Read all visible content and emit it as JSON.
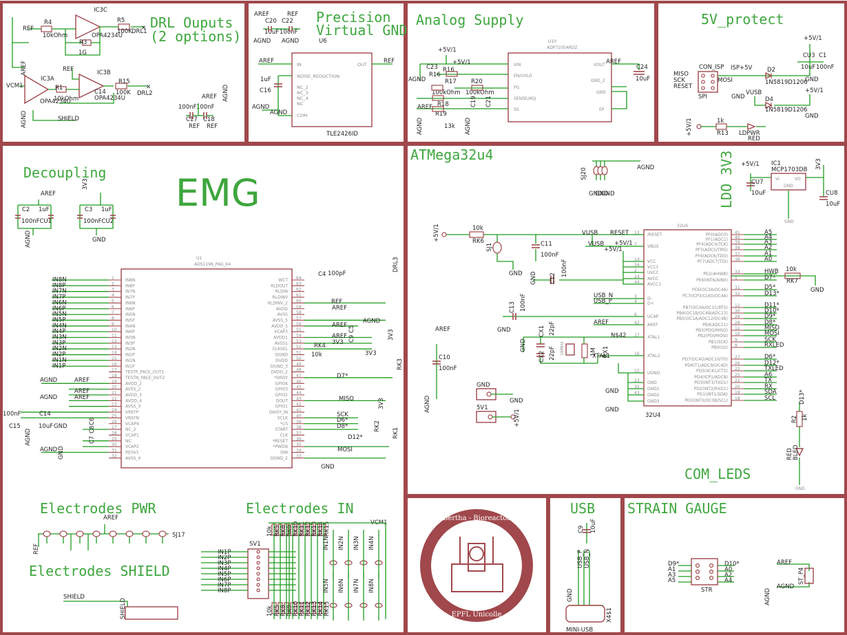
{
  "sheet": {
    "sections": {
      "drl": "DRL Ouputs",
      "drl_sub": "(2 options)",
      "vgnd": "Precision",
      "vgnd2": "Virtual GND",
      "analog": "Analog Supply",
      "protect": "5V_protect",
      "decoupling": "Decoupling",
      "emg": "EMG",
      "atmega": "ATMega32u4",
      "ldo": "LDO 3V3",
      "com_leds": "COM_LEDS",
      "elec_pwr": "Electrodes PWR",
      "elec_in": "Electrodes IN",
      "elec_shield": "Electrodes SHIELD",
      "usb": "USB",
      "strain": "STRAIN GAUGE"
    },
    "drl": {
      "ic3c": "IC3C",
      "ic3a": "IC3A",
      "ic3b": "IC3B",
      "opa": "OPA4234U",
      "r4": "R4",
      "r4v": "10kOhm",
      "r3": "R3",
      "r3v": "1G",
      "r5": "R5",
      "r5v": "100K",
      "drl1": "DRL1",
      "r15": "R15",
      "r15v": "100K",
      "drl2": "DRL2",
      "r1": "R1",
      "r1v": "10kOhm",
      "c14": "C14",
      "ref": "REF",
      "aref": "AREF",
      "vcm1": "VCM1",
      "shield": "SHIELD",
      "agnd": "AGND",
      "c17": "C17",
      "c18": "C18",
      "c17v": "100nF",
      "c18v": "100nF"
    },
    "vgnd": {
      "u6": "U6",
      "chip": "TLE2426ID",
      "in": "IN",
      "out": "OUT",
      "nr": "NOISE_REDUCTION",
      "nc2": "NC_2",
      "nc3": "NC_3",
      "nc4": "NC_4",
      "nc": "NC",
      "com": "COM",
      "c16": "C16",
      "c16v": "1uF",
      "c20": "C20",
      "c22": "C22",
      "c20v": "10uF",
      "c22v": "100nF",
      "aref": "AREF",
      "ref": "REF",
      "agnd": "AGND"
    },
    "analog": {
      "u10": "U10",
      "chip": "ADP7105ARDZ",
      "vin": "VIN",
      "en": "EN/UVLO",
      "pg": "PG",
      "sense": "SENSE/ADJ",
      "ss": "SS",
      "vout": "VOUT",
      "gnd2": "GND_2",
      "gnd": "GND",
      "ep": "EP",
      "v5": "+5V/1",
      "c23": "C23",
      "c24": "C24",
      "c24v": "10uF",
      "r16": "R16",
      "r17": "R17",
      "r18": "R18",
      "r19": "R19",
      "r20": "R20",
      "r16v": "100kOhm",
      "r20v": "100kOhm",
      "r19v": "13k",
      "c19": "C19",
      "c21": "C21",
      "agnd": "AGND",
      "aref": "AREF"
    },
    "protect": {
      "con_isp": "CON_ISP",
      "spi": "SPI",
      "miso": "MISO",
      "sck": "SCK",
      "reset": "RESET",
      "mosi": "MOSI",
      "isp5v": "ISP+5V",
      "vusb": "VUSB",
      "gnd": "GND",
      "d2": "D2",
      "d4": "D4",
      "diode": "1N5819D1206",
      "c1": "C1",
      "cu3": "CU3",
      "c1v": "100nF",
      "cu3v": "10uF",
      "v5": "+5V/1",
      "r13": "R13",
      "r13v": "1k",
      "ldpw": "LDPWR",
      "red": "RED"
    },
    "decoupling": {
      "aref": "AREF",
      "v3": "3V3",
      "c2": "C2",
      "c3": "C3",
      "cv": "1uF",
      "cu1": "100nFCU1",
      "cu2": "100nFCU2",
      "agnd": "AGND",
      "gnd": "GND"
    },
    "ads": {
      "u1": "U1",
      "chip": "ADS1198_PAG_64",
      "left_nets": [
        "IN8N",
        "IN8P",
        "IN7N",
        "IN7P",
        "IN6N",
        "IN6P",
        "IN5N",
        "IN5P",
        "IN4N",
        "IN4P",
        "IN3N",
        "IN3P",
        "IN2N",
        "IN2P",
        "IN1N",
        "IN1P"
      ],
      "left_pins": [
        "IN8N",
        "IN8P",
        "IN7N",
        "IN7P",
        "IN6N",
        "IN6P",
        "IN5N",
        "IN5P",
        "IN4N",
        "IN4P",
        "IN3N",
        "IN3P",
        "IN2N",
        "IN2P",
        "IN1N",
        "IN1P",
        "TESTP_PACE_OUT1",
        "TESTN_PACE_OUT2",
        "AVDD_2",
        "AVSS_2",
        "AVDD_3",
        "AVDD_4",
        "AVSS_3",
        "VREFP",
        "VREFN",
        "VCAP4",
        "NC_2",
        "VCAP1",
        "NC",
        "VCAP2",
        "RESV1",
        "AVSS_4"
      ],
      "right_pins": [
        "WCT",
        "RLDOUT",
        "RLDIN",
        "RLDINV",
        "RLDINV_2",
        "AVDD",
        "AVSS",
        "AVSS_5",
        "AVDD_5",
        "VCAP3",
        "AVDD1",
        "AVSS1",
        "CLKSEL",
        "DGND",
        "DVDD",
        "DGND_3",
        "DVDD_2",
        "*DRDY",
        "GPIO4",
        "GPIO3",
        "GPIO2",
        "DOUT",
        "GPIO1",
        "DAISY_IN",
        "SCLK",
        "*CS",
        "START",
        "CLK",
        "*RESET",
        "*PWDN",
        "DIN",
        "DGND_2"
      ],
      "agnd": "AGND",
      "aref": "AREF",
      "ref": "REF",
      "gnd": "GND",
      "c4": "C4",
      "c4v": "100pF",
      "c5": "C5",
      "c9": "C9",
      "c15": "C15",
      "c15v": "100nF",
      "c14": "C14",
      "c14v": "10uF",
      "c6": "C6",
      "c7": "C7",
      "c8": "C8",
      "rk4": "RK4",
      "rk4v": "10k",
      "rk3": "RK3",
      "rk1": "RK1",
      "rk2": "RK2",
      "drl3": "DRL3",
      "v3": "3V3",
      "d7": "D7*",
      "miso": "MISO",
      "sck": "SCK",
      "d6": "D6*",
      "d8": "D8*",
      "d12": "D12*",
      "mosi": "MOSI"
    },
    "mcu": {
      "u4": "32U4",
      "chip": "32U4",
      "left_pins": [
        "/RESET",
        "VBUS",
        "VCC",
        "VCC1",
        "UVCC",
        "AVCC",
        "AVCC1",
        "D-",
        "D+",
        "UCAP",
        "AREF",
        "XTAL1",
        "XTAL2",
        "UGND",
        "GND",
        "GND1",
        "GND2",
        "GND3"
      ],
      "right_pins": [
        "PF0(ADC0)",
        "PF1(ADC1)",
        "PF4(ADC4/TCK)",
        "PF5(ADC5/TMS)",
        "PF6(ADC6/TDO)",
        "PF7(ADC7/TDI)",
        "PE2(#HWB)",
        "PE6(INT6/AIN0)",
        "PC6(OC3A/OC4A)",
        "PC7(ICP3/CLK0/OC4A)",
        "PB7(OC0A/OC1C/RTS)",
        "PB6(OC1B/OC4B/ADC13)",
        "PB5(OC1A/ADC12/OC4B)",
        "PB4(ADC11)",
        "PB3(PDO/MISO)",
        "PB2(PDI/MOSI)",
        "PB1(SCK)",
        "PB0(SS)",
        "PD7(OC4D/ADC10/T0)",
        "PD6(T1/ADC9/OC4D)",
        "PD5(XCK1/CTS)",
        "PD4(ICP1/ADC8)",
        "PD3(INT3/TXD1)",
        "PD2(INT2/RXD1)",
        "PD1(INT1/SDA)",
        "PD0(INT0/OC0B/SCL)"
      ],
      "right_nets": [
        "A5",
        "A4",
        "A3",
        "A2",
        "A1",
        "A0",
        "HWB",
        "D7*",
        "D5*",
        "D13*",
        "D11*",
        "D10*",
        "D9*",
        "D8*",
        "MISO",
        "MOSI",
        "SCK",
        "RXLED",
        "D6*",
        "D12*",
        "TXLED",
        "A6",
        "TX",
        "RX",
        "SDA",
        "SCL"
      ],
      "rk6": "RK6",
      "rk6v": "10k",
      "sj1": "SJ1",
      "c11": "C11",
      "c11v": "100nF",
      "c12": "C12",
      "c12v": "100nF",
      "c13": "C13",
      "c13v": "100nF",
      "c10": "C10",
      "c10v": "100nF",
      "cx1": "CX1",
      "cx2": "CX2",
      "cxv": "22pF",
      "rx1": "RX1",
      "rx1v": "1M",
      "q": "16MHz",
      "rk7": "RK7",
      "rk7v": "10k",
      "usb_n": "USB_N",
      "usb_p": "USB_P",
      "vusb": "VUSB",
      "reset": "RESET",
      "n42": "N$42",
      "xtal1": "XTAL1",
      "aref": "AREF",
      "agnd": "AGND",
      "gnd": "GND",
      "v5": "+5V/1",
      "sj20": "SJ20",
      "gnd1": "GND",
      "v5u": "5V1"
    },
    "ldo": {
      "ic1": "IC1",
      "chip": "MCP1703DB",
      "vi": "VI",
      "vo": "VO",
      "cu7": "CU7",
      "cu8": "CU8",
      "cv": "10uF",
      "v5": "+5V/1",
      "v3": "3V3",
      "gnd": "GND"
    },
    "leds": {
      "d13": "D13*",
      "r2": "R2",
      "r2v": "1k",
      "red": "RED",
      "bled": "BLED",
      "gnd": "GND"
    },
    "elec": {
      "aref": "AREF",
      "ref": "REF",
      "sj17": "SJ17",
      "sv1": "SV1",
      "vcm1": "VCM1",
      "shield": "SHIELD",
      "inputs": [
        "IN1P",
        "IN2P",
        "IN3P",
        "IN4P",
        "IN5P",
        "IN6P",
        "IN7P",
        "IN8P"
      ],
      "nlabels": [
        "IN1N",
        "IN2N",
        "IN3N",
        "IN4N",
        "IN5N",
        "IN6N",
        "IN7N",
        "IN8N"
      ],
      "rk": "10k",
      "rks": [
        "RK5",
        "RK8",
        "RK9",
        "RK10",
        "RK11",
        "RK12",
        "RK13",
        "RK14",
        "RK15"
      ]
    },
    "logo": {
      "top": "Bertha - Bioreactor",
      "bottom": "EPFL Unicolle"
    },
    "usb": {
      "c9": "C9",
      "c9v": "10uF",
      "usb_p": "USB_P",
      "usb_n": "USB_N",
      "gnd": "GND",
      "x4": "X4$1",
      "conn": "MINI-USB"
    },
    "strain": {
      "left": [
        "D9*",
        "A1",
        "A3",
        "A5"
      ],
      "right": [
        "D10*",
        "A0",
        "A2",
        "A4"
      ],
      "str": "STR",
      "aref": "AREF",
      "agnd": "AGND",
      "st": "ST_P4"
    }
  }
}
